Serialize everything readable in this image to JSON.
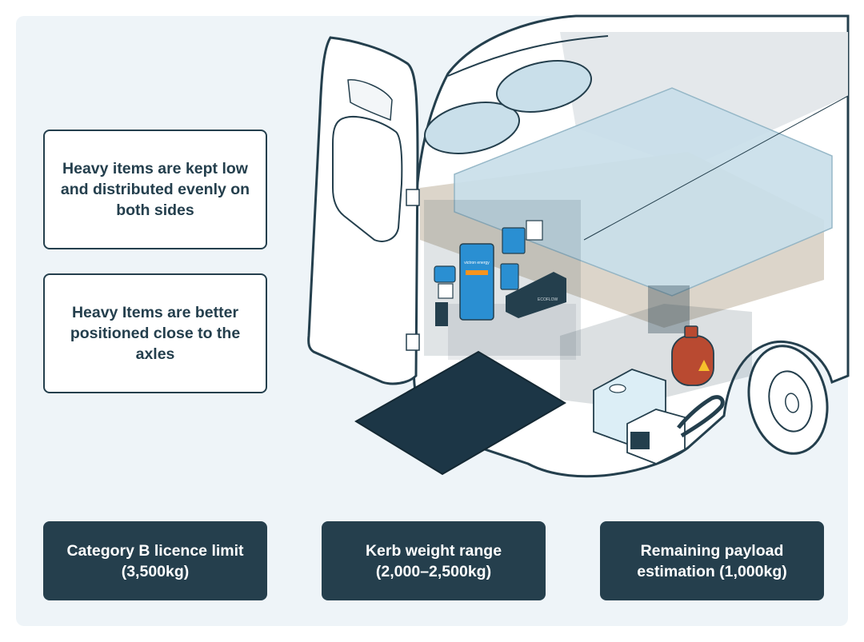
{
  "notes": {
    "heavy_low": "Heavy items are kept low and distributed evenly on both sides",
    "heavy_axles": "Heavy Items are better positioned close to the axles"
  },
  "stats": [
    {
      "label": "Category B licence limit (3,500kg)"
    },
    {
      "label": "Kerb weight range (2,000–2,500kg)"
    },
    {
      "label": "Remaining payload estimation (1,000kg)"
    }
  ],
  "illustration": {
    "battery_brand": "ECOFLOW",
    "charger_brand": "victron energy"
  },
  "colors": {
    "panel_bg": "#eef4f8",
    "dark_navy": "#243f4d",
    "box_fill": "#253f4d",
    "victron_blue": "#2a8fd2",
    "gas_red": "#b94a31",
    "mattress": "#c9dfea"
  }
}
